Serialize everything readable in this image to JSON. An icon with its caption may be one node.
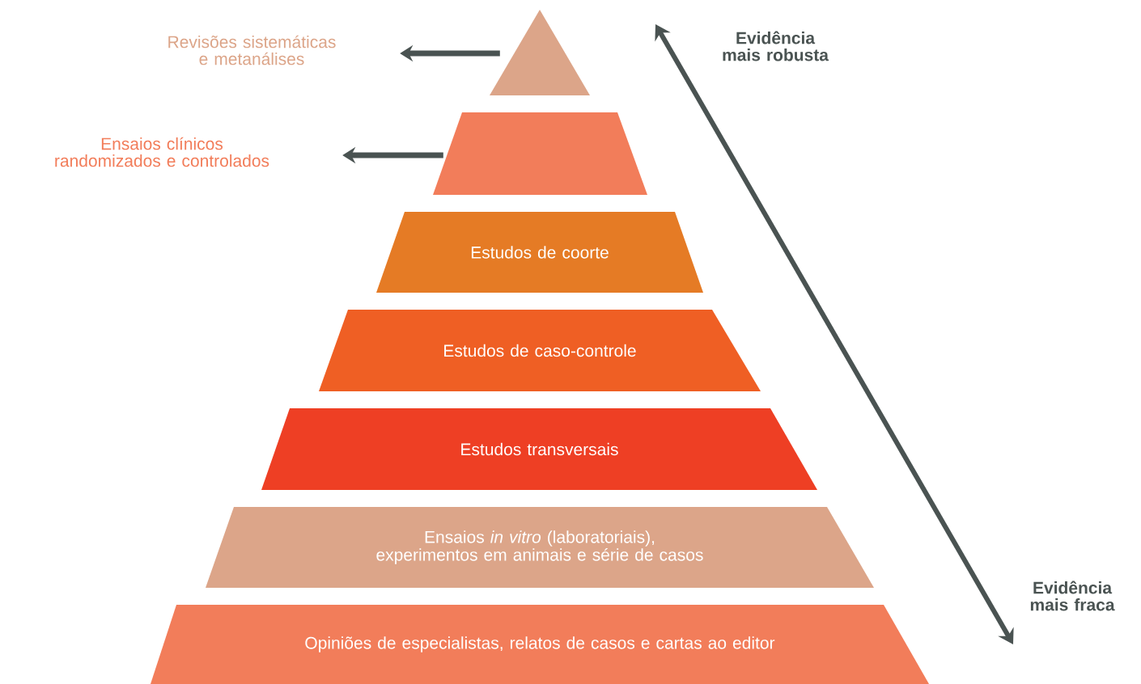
{
  "diagram": {
    "nodes": [
      {
        "text": [],
        "shape": "triangle"
      },
      {
        "text": [],
        "shape": "trapezoid"
      },
      {
        "text": [
          "Estudos de coorte"
        ]
      },
      {
        "text": [
          "Estudos de caso-controle"
        ]
      },
      {
        "text": [
          "Estudos transversais"
        ]
      },
      {
        "text": [
          "Ensaios *in vitro* (laboratoriais), experimentos em animais e série de casos"
        ]
      },
      {
        "text": [
          "Opiniões de especialistas, relatos de casos e cartas ao editor"
        ]
      },
      {
        "text": [
          "Revisões sistemáticas e metanálises"
        ]
      },
      {
        "text": [
          "Ensaios clínicos randomizados e controlados"
        ]
      }
    ],
    "edges": [
      {
        "from": 0,
        "to": 7,
        "arrow": "to"
      },
      {
        "from": 1,
        "to": 8,
        "arrow": "to"
      }
    ],
    "labels": [
      "Evidência mais robusta",
      "Evidência mais fraca"
    ]
  }
}
